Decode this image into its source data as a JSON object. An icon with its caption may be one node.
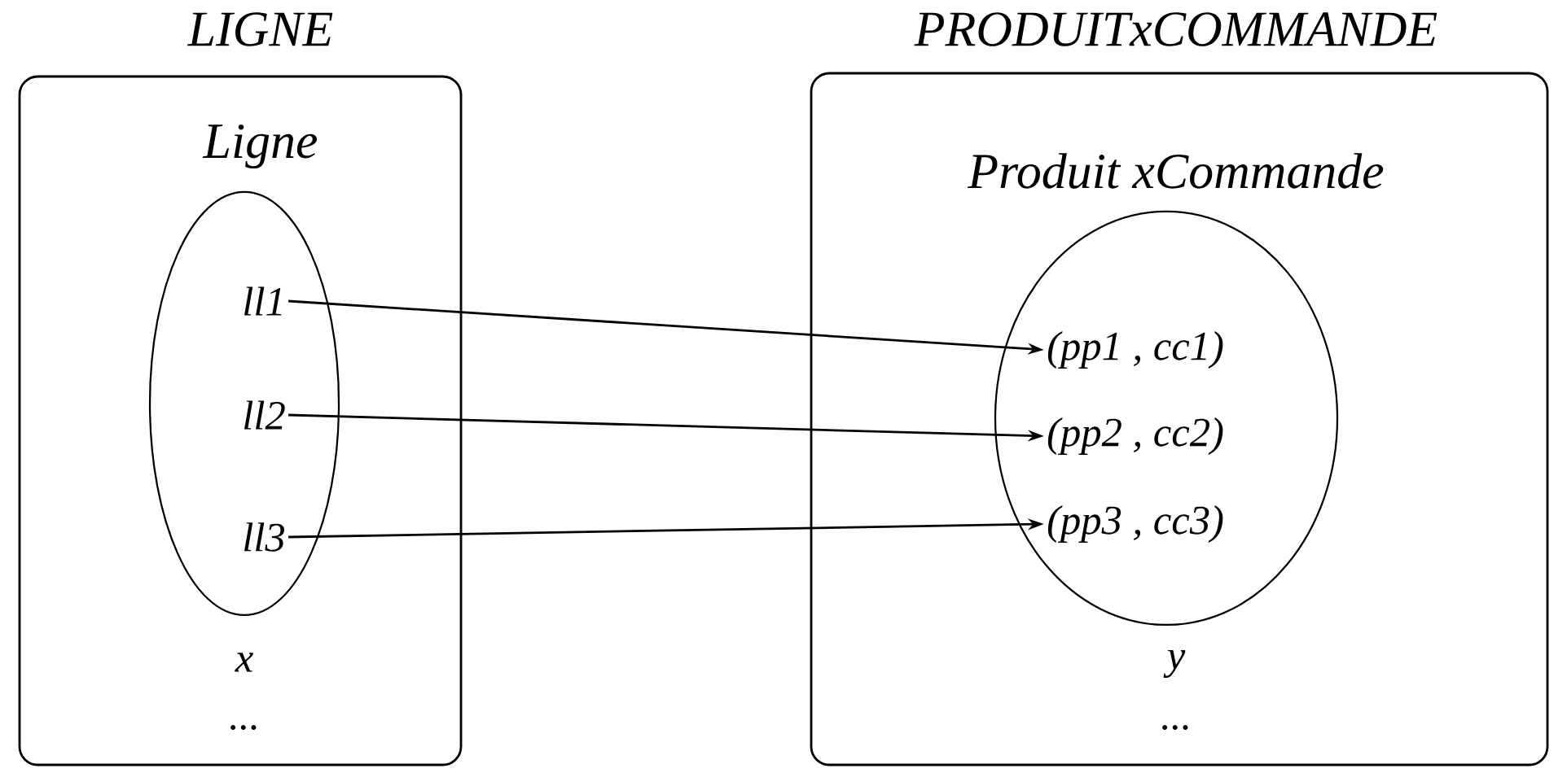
{
  "diagram": {
    "nodes": [
      {
        "text": [
          "LIGNE",
          "x",
          "..."
        ]
      },
      {
        "text": [
          "Ligne"
        ],
        "in": 0
      },
      {
        "text": [
          "ll1"
        ],
        "in": 1
      },
      {
        "text": [
          "ll2"
        ],
        "in": 1
      },
      {
        "text": [
          "ll3"
        ],
        "in": 1
      },
      {
        "text": [
          "PRODUITxCOMMANDE",
          "y",
          "..."
        ]
      },
      {
        "text": [
          "Produit xCommande"
        ],
        "in": 5
      },
      {
        "text": [
          "(pp1 , cc1)"
        ],
        "in": 6
      },
      {
        "text": [
          "(pp2 , cc2)"
        ],
        "in": 6
      },
      {
        "text": [
          "(pp3 , cc3)"
        ],
        "in": 6
      }
    ],
    "edges": [
      {
        "from": 2,
        "to": 7,
        "arrow": "to"
      },
      {
        "from": 3,
        "to": 8,
        "arrow": "to"
      },
      {
        "from": 4,
        "to": 9,
        "arrow": "to"
      }
    ]
  }
}
